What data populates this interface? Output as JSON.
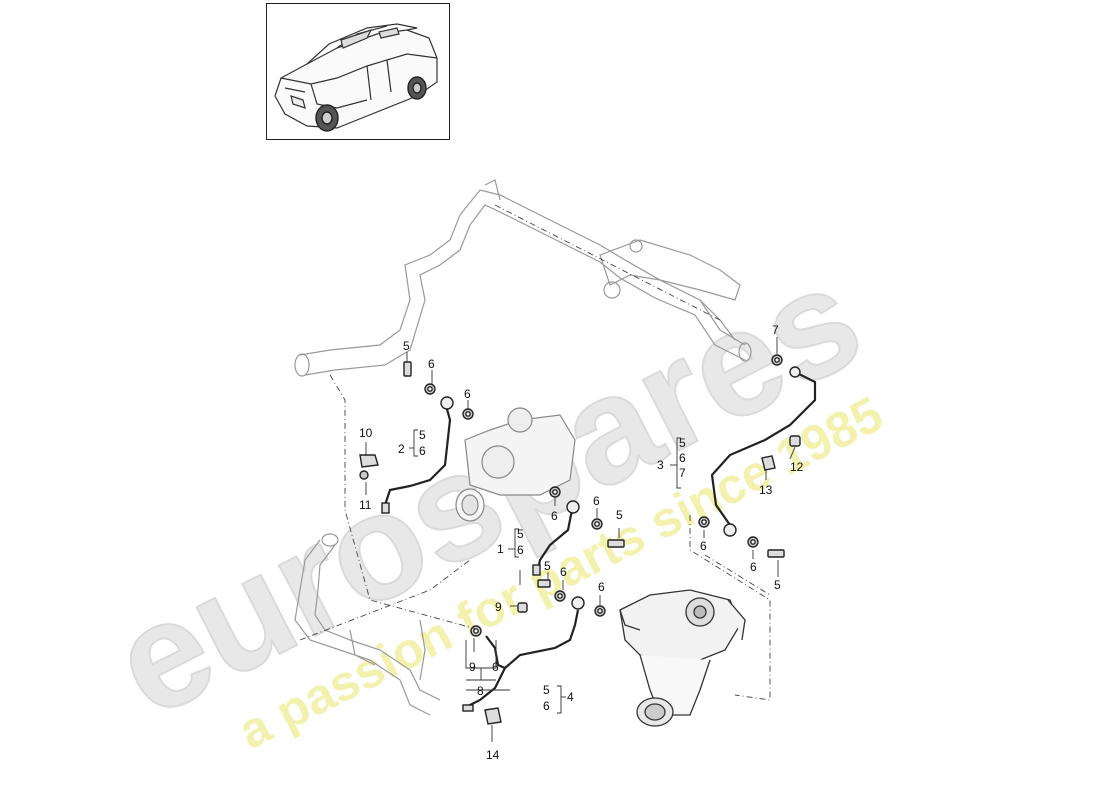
{
  "watermark": {
    "brand": "eurospares",
    "tagline": "a passion for parts since 1985",
    "brand_color": "#e6e6e6",
    "tagline_color": "#f2f0a6"
  },
  "labels": {
    "c1": "1",
    "c1a": "5",
    "c1b": "6",
    "c2": "2",
    "c2a": "5",
    "c2b": "6",
    "c3": "3",
    "c3a": "5",
    "c3b": "6",
    "c3c": "7",
    "c4": "4",
    "c4a": "5",
    "c4b": "6",
    "c8": "8",
    "c8a": "9",
    "c8b": "6",
    "p5a": "5",
    "p6a": "6",
    "p6b": "6",
    "p10": "10",
    "p11": "11",
    "p6c": "6",
    "p6d": "6",
    "p5b": "5",
    "p7": "7",
    "p12": "12",
    "p13": "13",
    "p6e": "6",
    "p6f": "6",
    "p5c": "5",
    "p5d": "5",
    "p6g": "6",
    "p6h": "6",
    "p9": "9",
    "p14": "14"
  },
  "icons": {
    "vehicle": "suv-vehicle-icon"
  }
}
